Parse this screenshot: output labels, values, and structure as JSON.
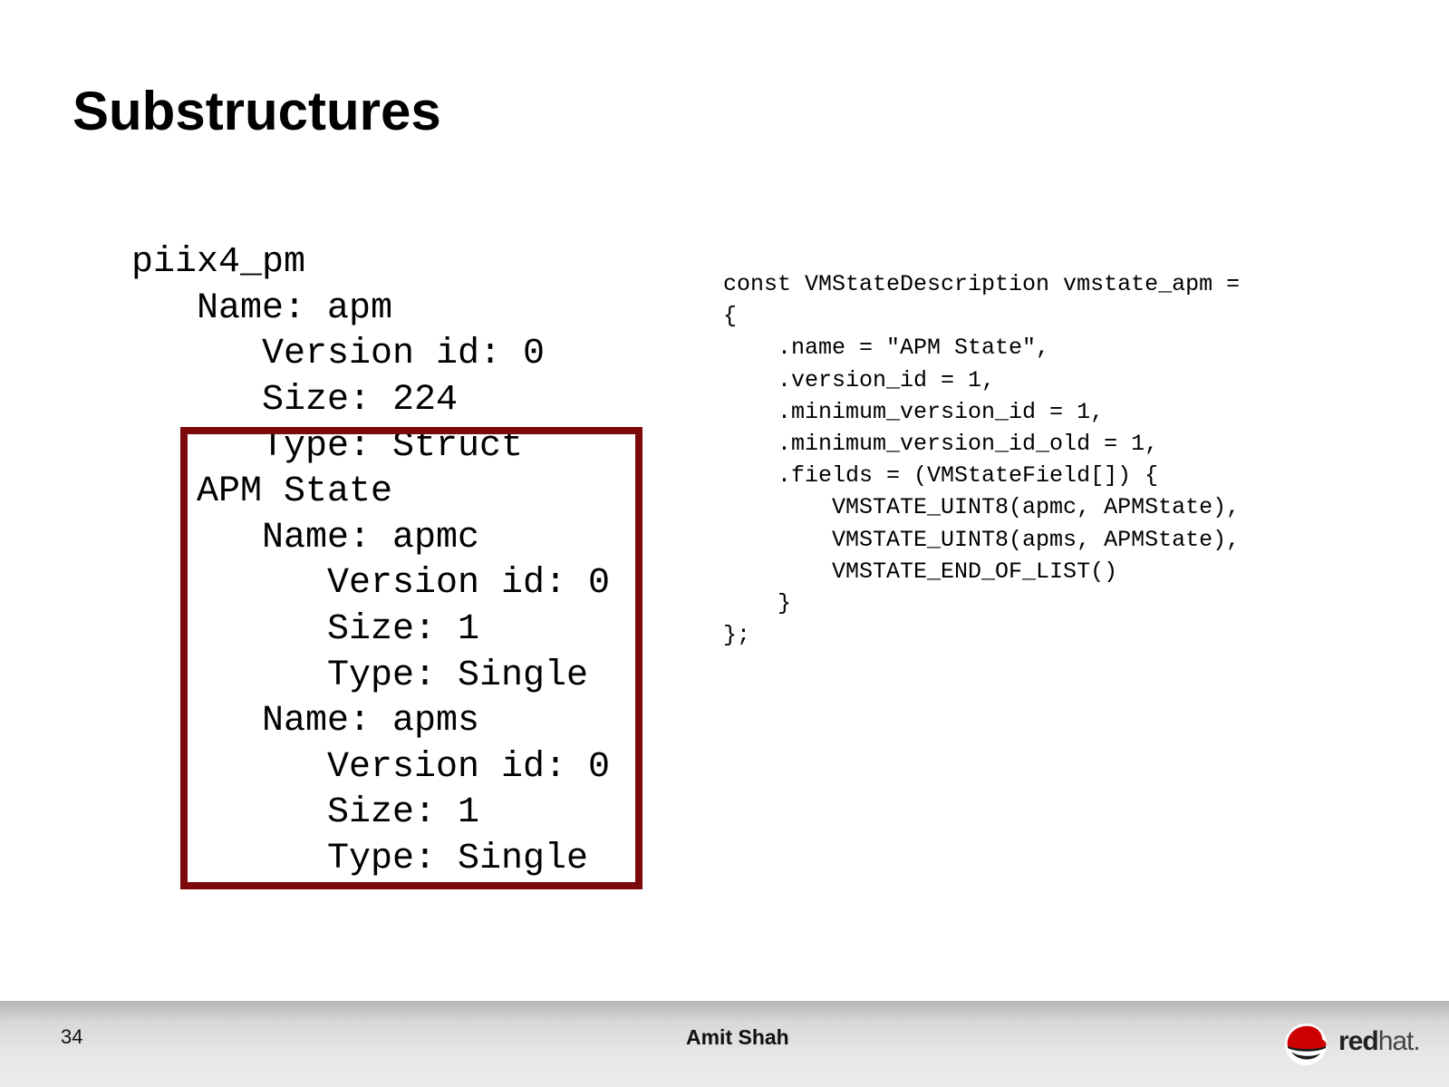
{
  "slide": {
    "title": "Substructures"
  },
  "tree": {
    "lines": [
      "piix4_pm",
      "Name: apm",
      "Version id: 0",
      "Size: 224",
      "Type: Struct",
      "APM State",
      "Name: apmc",
      "Version id: 0",
      "Size: 1",
      "Type: Single",
      "Name: apms",
      "Version id: 0",
      "Size: 1",
      "Type: Single"
    ]
  },
  "code": {
    "lines": [
      "const VMStateDescription vmstate_apm =",
      "{",
      "    .name = \"APM State\",",
      "    .version_id = 1,",
      "    .minimum_version_id = 1,",
      "    .minimum_version_id_old = 1,",
      "    .fields = (VMStateField[]) {",
      "        VMSTATE_UINT8(apmc, APMState),",
      "        VMSTATE_UINT8(apms, APMState),",
      "        VMSTATE_END_OF_LIST()",
      "    }",
      "};"
    ]
  },
  "footer": {
    "page_number": "34",
    "author": "Amit Shah",
    "logo_text_bold": "red",
    "logo_text_light": "hat.",
    "logo_icon": "redhat-shadowman-icon",
    "accent_color": "#7d0a0a"
  }
}
